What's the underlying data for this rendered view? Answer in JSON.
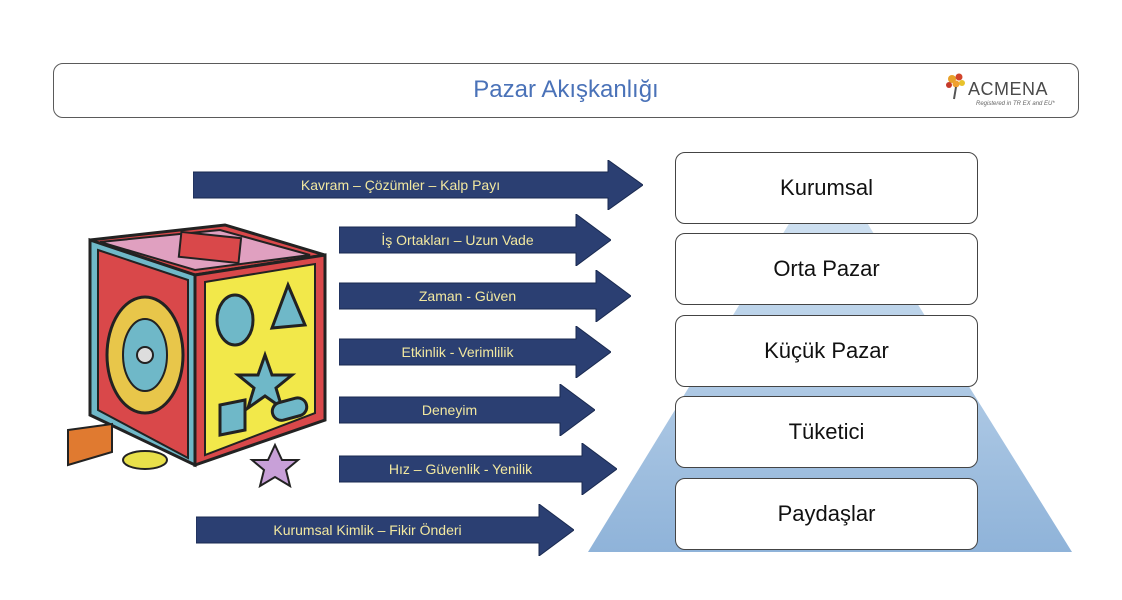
{
  "title": "Pazar Akışkanlığı",
  "logo": {
    "name": "ACMENA",
    "tagline": "Registered in TR EX and EU*"
  },
  "pyramid_levels": [
    "Kurumsal",
    "Orta Pazar",
    "Küçük Pazar",
    "Tüketici",
    "Paydaşlar"
  ],
  "arrows": [
    "Kavram – Çözümler – Kalp Payı",
    "İş Ortakları – Uzun Vade",
    "Zaman - Güven",
    "Etkinlik - Verimlilik",
    "Deneyim",
    "Hız – Güvenlik - Yenilik",
    "Kurumsal Kimlik – Fikir Önderi"
  ],
  "colors": {
    "arrow": "#2b3f72",
    "arrow_text": "#f2e8a0",
    "pyramid": "#9fbfe0",
    "title": "#4a72b8"
  }
}
